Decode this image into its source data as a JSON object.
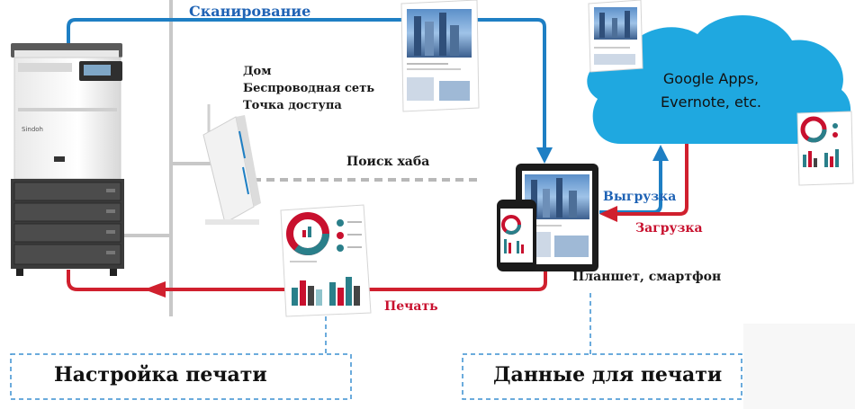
{
  "labels": {
    "scan": "Сканирование",
    "wifi_line1": "Дом",
    "wifi_line2": "Беспроводная сеть",
    "wifi_line3": "Точка доступа",
    "hub_search": "Поиск хаба",
    "upload": "Выгрузка",
    "download": "Загрузка",
    "print": "Печать",
    "device": "Планшет, смартфон",
    "cloud_line1": "Google Apps,",
    "cloud_line2": "Evernote, etc.",
    "printer_brand": "Sindoh"
  },
  "boxes": {
    "print_settings": "Настройка печати",
    "print_data": "Данные для печати"
  },
  "colors": {
    "blue_flow": "#1e7fc4",
    "red_flow": "#d0202e",
    "cloud": "#1fa8e0",
    "gray_line": "#c8c8c8",
    "dashed_box": "#3a8fd0",
    "search_arrow": "#b8b8b8"
  }
}
